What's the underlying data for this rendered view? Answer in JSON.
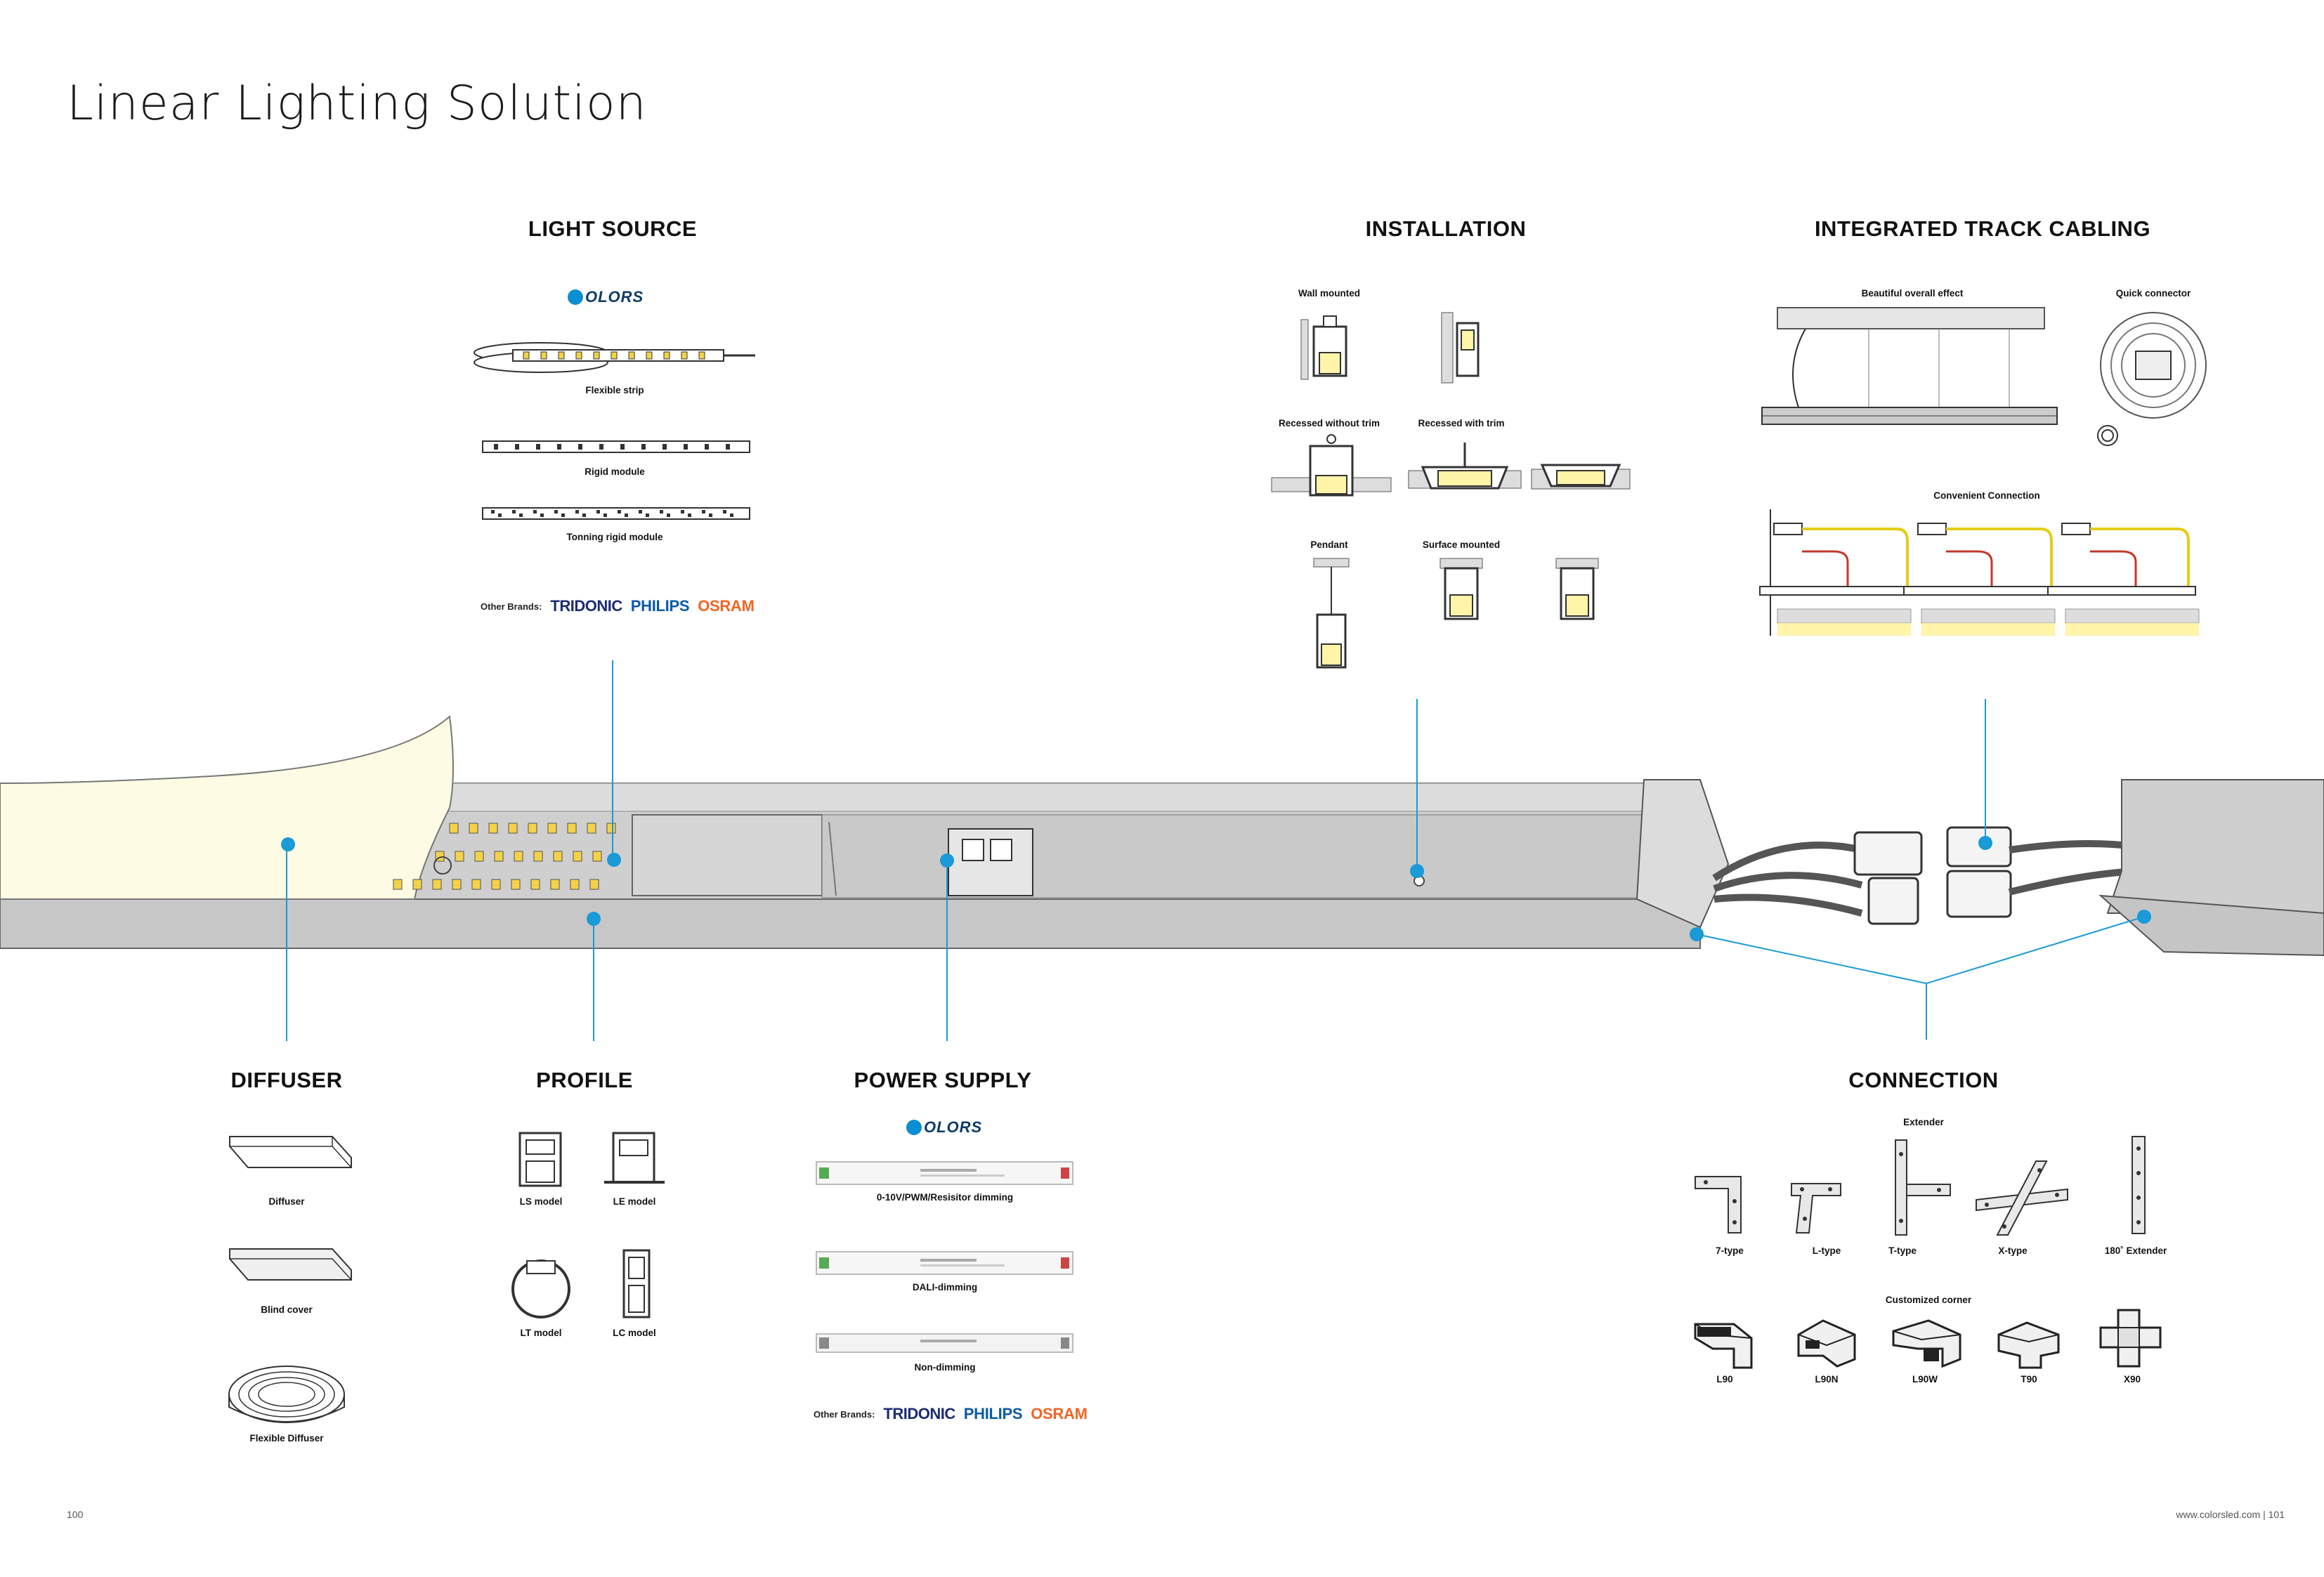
{
  "page_title": "Linear Lighting Solution",
  "sections": {
    "light_source": "LIGHT SOURCE",
    "installation": "INSTALLATION",
    "integrated_track_cabling": "INTEGRATED TRACK CABLING",
    "diffuser": "DIFFUSER",
    "profile": "PROFILE",
    "power_supply": "POWER SUPPLY",
    "connection": "CONNECTION"
  },
  "light_source": {
    "logo": "OLORS",
    "items": [
      "Flexible strip",
      "Rigid module",
      "Tonning rigid module"
    ],
    "other_brands_label": "Other Brands:",
    "brands": [
      "TRIDONIC",
      "PHILIPS",
      "OSRAM"
    ]
  },
  "installation": {
    "items": [
      "Wall mounted",
      "Recessed without trim",
      "Recessed with trim",
      "Pendant",
      "Surface mounted"
    ]
  },
  "cabling": {
    "effect": "Beautiful overall effect",
    "quick": "Quick connector",
    "convenient": "Convenient Connection"
  },
  "diffuser": {
    "items": [
      "Diffuser",
      "Blind cover",
      "Flexible Diffuser"
    ]
  },
  "profile": {
    "items": [
      "LS model",
      "LE model",
      "LT model",
      "LC model"
    ]
  },
  "power_supply": {
    "logo": "OLORS",
    "items": [
      "0-10V/PWM/Resisitor dimming",
      "DALI-dimming",
      "Non-dimming"
    ],
    "other_brands_label": "Other Brands:",
    "brands": [
      "TRIDONIC",
      "PHILIPS",
      "OSRAM"
    ]
  },
  "connection": {
    "extender_label": "Extender",
    "extenders": [
      "7-type",
      "L-type",
      "T-type",
      "X-type",
      "180˚ Extender"
    ],
    "corner_label": "Customized corner",
    "corners": [
      "L90",
      "L90N",
      "L90W",
      "T90",
      "X90"
    ]
  },
  "footer": {
    "left_page": "100",
    "right": "www.colorsled.com",
    "right_page": "101"
  },
  "colors": {
    "callout": "#1a9ad6",
    "profile_grey": "#cfcfcf",
    "led_yellow": "#f3d24a",
    "diffuser_cream": "#fdfbe3"
  }
}
